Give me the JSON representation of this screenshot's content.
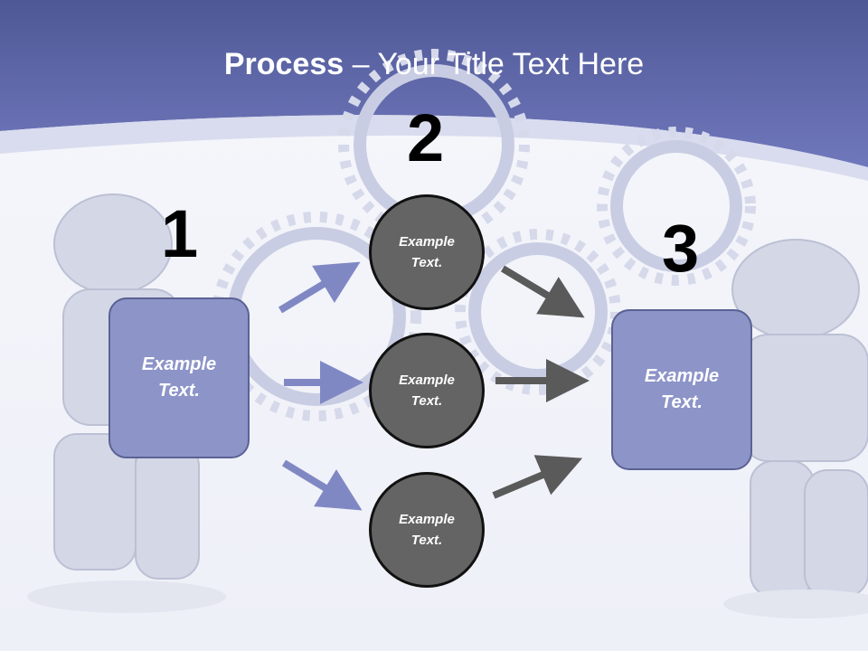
{
  "title": {
    "bold": "Process",
    "rest": " – Your Title Text Here"
  },
  "steps": {
    "one": "1",
    "two": "2",
    "three": "3"
  },
  "left_box": {
    "text": "Example Text."
  },
  "right_box": {
    "text": "Example Text."
  },
  "circles": [
    {
      "text": "Example Text."
    },
    {
      "text": "Example Text."
    },
    {
      "text": "Example Text."
    }
  ],
  "colors": {
    "header": "#6b74b6",
    "box_fill": "#8c94c8",
    "circle_fill": "#646464",
    "arrow_light": "#8088c4",
    "arrow_dark": "#5a5a5a"
  }
}
